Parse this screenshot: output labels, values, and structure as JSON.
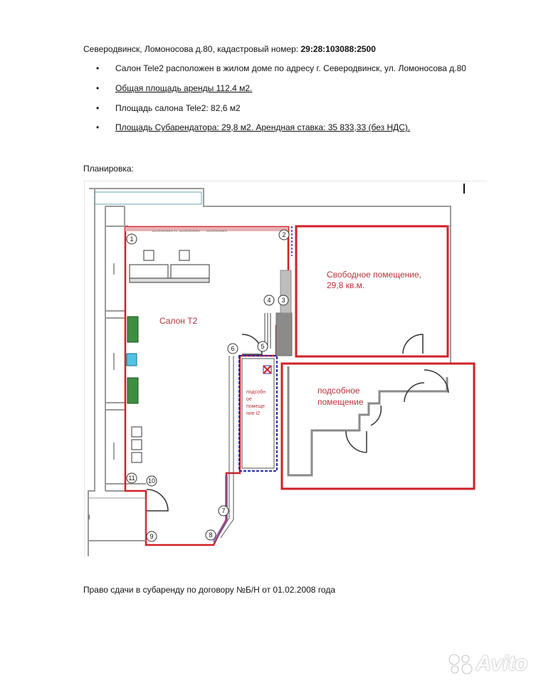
{
  "document": {
    "address_prefix": "Северодвинск, Ломоносова д.80, кадастровый номер:",
    "cadastral_number": "29:28:103088:2500",
    "bullets": [
      {
        "text": "Салон Tele2 расположен в жилом доме по адресу г. Северодвинск, ул. Ломоносова д.80",
        "underlined": false
      },
      {
        "text": "Общая площадь аренды 112.4 м2.",
        "underlined": true
      },
      {
        "text": "Площадь салона Tele2: 82,6 м2",
        "underlined": false
      },
      {
        "text": "Площадь Субарендатора:  29,8  м2. Арендная ставка: 35 833,33 (без НДС).",
        "underlined": true
      }
    ],
    "plan_label": "Планировка:",
    "footer": "Право сдачи в субаренду по договору №Б/Н от 01.02.2008 года"
  },
  "floor_plan": {
    "room_free_line1": "Свободное помещение,",
    "room_free_line2": "29,8 кв.м.",
    "room_salon": "Салон Т2",
    "room_aux_line1": "подсобное",
    "room_aux_line2": "помещение",
    "room_aux_small_lines": [
      "подсобн",
      "ое",
      "помеще",
      "ние t2"
    ],
    "markers": [
      "1",
      "2",
      "3",
      "4",
      "5",
      "6",
      "7",
      "8",
      "9",
      "10",
      "11"
    ],
    "colors": {
      "outline_red": "#d21f26",
      "wall_gray": "#9a9a9a",
      "wall_dark": "#6e6e6e",
      "blue_dash": "#2a2aa8",
      "counter_green": "#3e8e41",
      "label_red": "#b5333a"
    }
  },
  "watermark": {
    "text": "Avito",
    "icon": "avito-dots-icon"
  }
}
